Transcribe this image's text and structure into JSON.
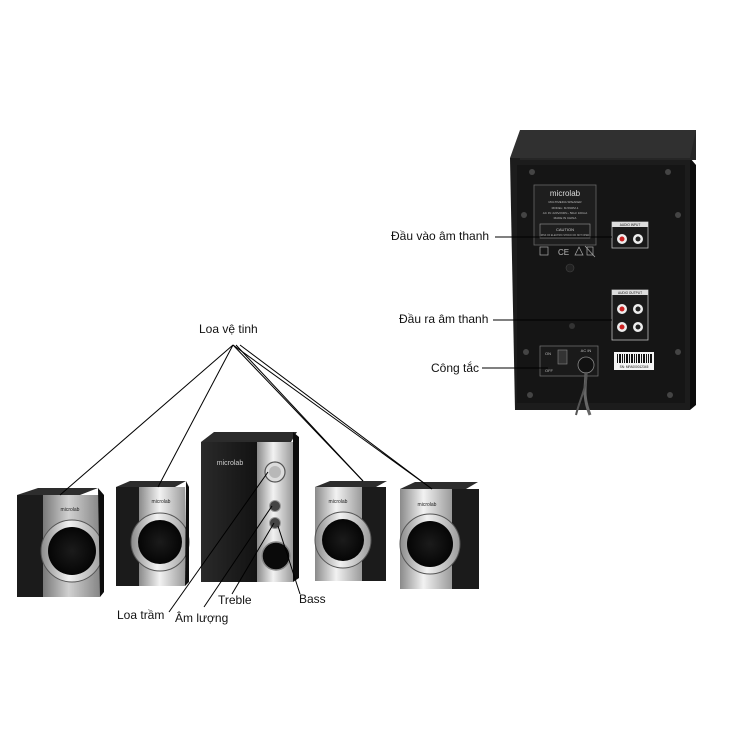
{
  "labels": {
    "satellite": "Loa vệ tinh",
    "audio_in": "Đầu vào âm thanh",
    "audio_out": "Đầu ra âm thanh",
    "switch": "Công tắc",
    "subwoofer": "Loa trầm",
    "volume": "Âm lượng",
    "treble": "Treble",
    "bass": "Bass"
  },
  "brand": "microlab",
  "back_panel": {
    "model_line": "MULTIMEDIA SPEAKER",
    "model": "MODEL: M-590/M-1",
    "power": "AC IN: 220V/230V~ 50Hz 100mA",
    "made_in": "MADE IN CHINA",
    "caution": "CAUTION",
    "caution_sub": "RISK OF ELECTRIC SHOCK DO NOT OPEN",
    "ce": "CE",
    "audio_input": "AUDIO INPUT",
    "audio_output": "AUDIO OUTPUT",
    "on": "ON",
    "off": "OFF",
    "ac_in": "AC IN",
    "serial": "SN: MFA000012345"
  },
  "colors": {
    "cabinet": "#1a1a1a",
    "panel": "#111111",
    "silver": "#c8c8c8",
    "leader": "#000000"
  }
}
